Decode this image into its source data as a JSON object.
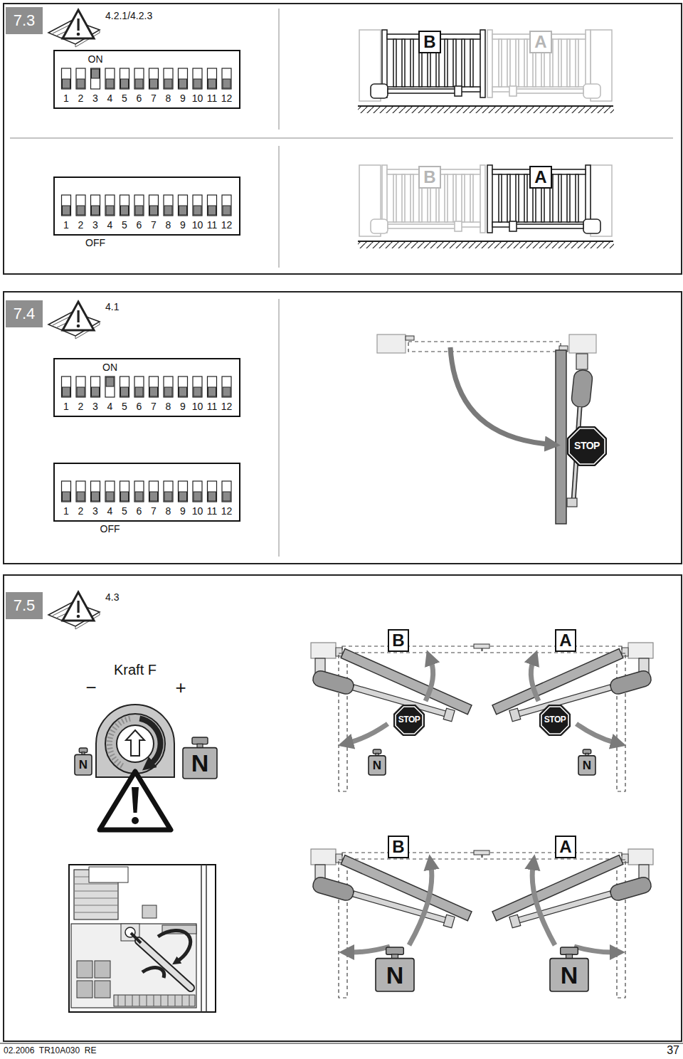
{
  "diagram": {
    "nodes": [
      {
        "text": [
          "7.3"
        ]
      },
      {
        "text": [
          "ON",
          "1",
          "2",
          "3",
          "4",
          "5",
          "6",
          "7",
          "8",
          "9",
          "10",
          "11",
          "12"
        ]
      },
      {
        "text": [
          "B"
        ]
      },
      {
        "text": [
          "A"
        ]
      },
      {
        "text": [
          "1",
          "2",
          "3",
          "4",
          "5",
          "6",
          "7",
          "8",
          "9",
          "10",
          "11",
          "12",
          "OFF"
        ]
      },
      {
        "text": [
          "B"
        ]
      },
      {
        "text": [
          "A"
        ]
      },
      {
        "text": [
          "7.4"
        ]
      },
      {
        "text": [
          "ON",
          "1",
          "2",
          "3",
          "4",
          "5",
          "6",
          "7",
          "8",
          "9",
          "10",
          "11",
          "12"
        ]
      },
      {
        "text": [
          "STOP"
        ]
      },
      {
        "text": [
          "1",
          "2",
          "3",
          "4",
          "5",
          "6",
          "7",
          "8",
          "9",
          "10",
          "11",
          "12",
          "OFF"
        ]
      },
      {
        "text": [
          "7.5"
        ]
      },
      {
        "text": [
          "N"
        ]
      },
      {
        "text": [
          "N"
        ]
      },
      {
        "text": [
          "B"
        ]
      },
      {
        "text": [
          "A"
        ]
      },
      {
        "text": [
          "STOP"
        ]
      },
      {
        "text": [
          "STOP"
        ]
      },
      {
        "text": [
          "N"
        ]
      },
      {
        "text": [
          "N"
        ]
      },
      {
        "text": [
          "B"
        ]
      },
      {
        "text": [
          "A"
        ]
      },
      {
        "text": [
          "N"
        ]
      },
      {
        "text": [
          "N"
        ]
      }
    ],
    "labels": [
      "4.2.1/4.2.3",
      "4.1",
      "4.3",
      "Kraft F",
      "−",
      "+",
      "02.2006  TR10A030  RE",
      "37"
    ]
  }
}
